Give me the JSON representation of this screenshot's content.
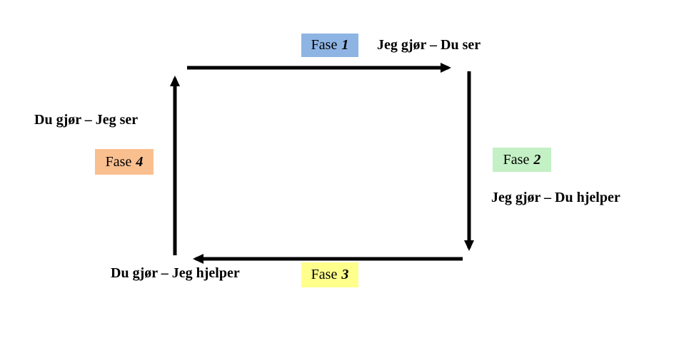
{
  "diagram": {
    "arrow_color": "#000000",
    "phases": [
      {
        "label": "Fase",
        "number": "1",
        "description": "Jeg gjør – Du ser",
        "color": "#8EB4E3"
      },
      {
        "label": "Fase",
        "number": "2",
        "description": "Jeg gjør – Du hjelper",
        "color": "#C3F0C4"
      },
      {
        "label": "Fase",
        "number": "3",
        "description": "Du gjør – Jeg hjelper",
        "color": "#FFFF8C"
      },
      {
        "label": "Fase",
        "number": "4",
        "description": "Du gjør – Jeg ser",
        "color": "#FABF8F"
      }
    ]
  }
}
